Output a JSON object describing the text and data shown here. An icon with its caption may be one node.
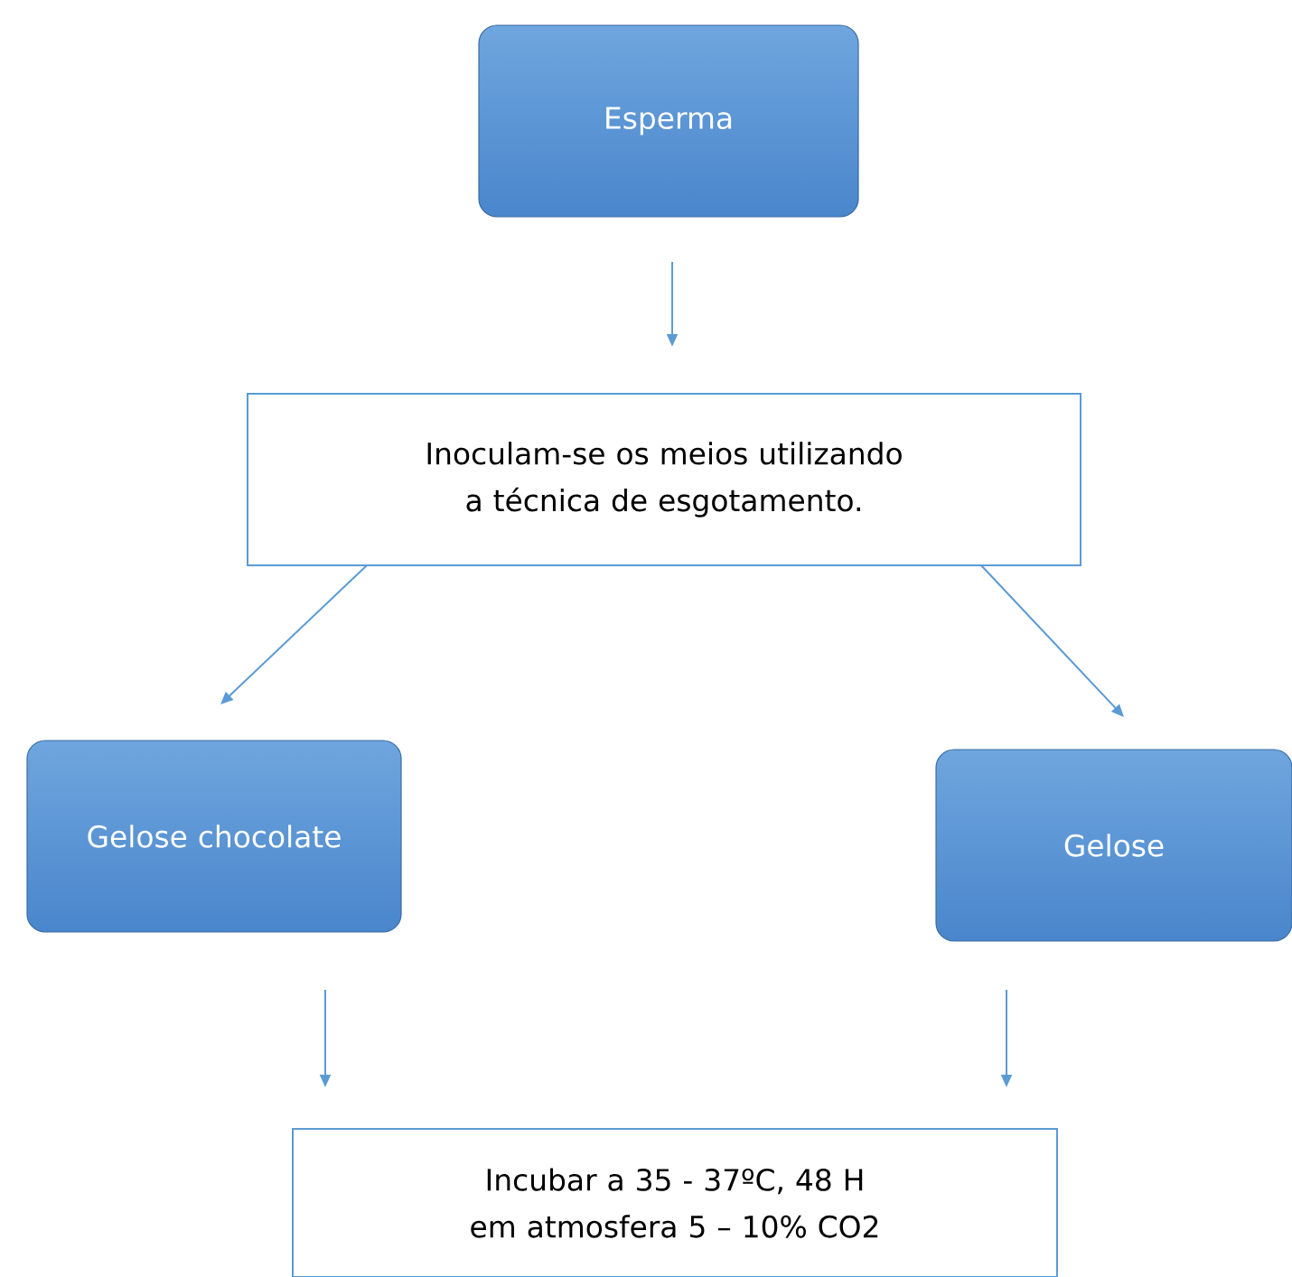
{
  "diagram": {
    "nodes": [
      {
        "text": [
          "Esperma"
        ]
      },
      {
        "text": [
          "Inoculam-se os meios utilizando a técnica de esgotamento."
        ]
      },
      {
        "text": [
          "Gelose chocolate"
        ]
      },
      {
        "text": [
          "Gelose"
        ]
      },
      {
        "text": [
          "Incubar a 35 - 37ºC, 48 H em atmosfera 5 – 10% CO2"
        ]
      }
    ],
    "edges": [
      {
        "from": 0,
        "to": 1,
        "arrow": "to"
      },
      {
        "from": 1,
        "to": 2,
        "arrow": "to"
      },
      {
        "from": 1,
        "to": 3,
        "arrow": "to"
      },
      {
        "from": 2,
        "to": 4,
        "arrow": "to"
      },
      {
        "from": 3,
        "to": 4,
        "arrow": "to"
      }
    ]
  }
}
